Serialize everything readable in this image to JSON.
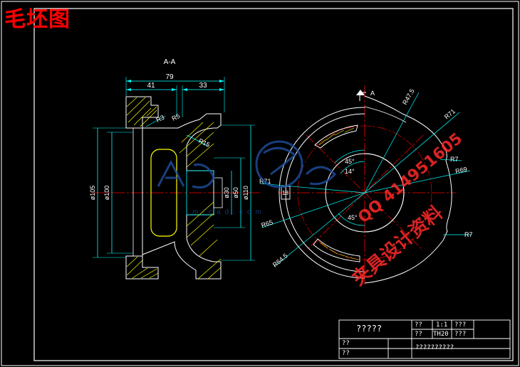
{
  "sheet": {
    "title": "毛坯图",
    "section_label": "A-A",
    "view_marker": "A"
  },
  "dimensions": {
    "overall_length": "79",
    "left_length": "41",
    "right_length": "33",
    "dia_105": "ø105",
    "dia_100": "ø100",
    "dia_30": "ø30",
    "dia_50": "ø50",
    "dia_110": "ø110",
    "radius_r3": "R3",
    "radius_r5": "R5",
    "radius_r15": "R15",
    "radius_r47_5": "R47.5",
    "radius_r71_top": "R71",
    "radius_r7_top": "R7",
    "radius_r69": "R69",
    "radius_r71_left": "R71",
    "radius_r65": "R65",
    "radius_r64_5": "R64.5",
    "radius_r7_bottom": "R7",
    "angle_45_top": "45°",
    "angle_14_top": "14°",
    "angle_45_bottom": "45°",
    "slot_width": "18"
  },
  "watermark": {
    "site": "mfcad.com",
    "line1": "QQ 414951605",
    "line2": "夹具设计资料"
  },
  "title_block": {
    "part_name": "?????",
    "material_label": "??",
    "scale_value": "1:1",
    "sheet_label": "???",
    "drawing_number": "TH20",
    "designer_label": "??",
    "checker_label": "??",
    "approval_label": "??",
    "company": "??????????",
    "extra_label": "???"
  },
  "colors": {
    "outline": "#ffffff",
    "dimension": "#00ffff",
    "centerline": "#ff0000",
    "hatch": "#ffff00",
    "watermark_blue": "#1e4fa0"
  }
}
